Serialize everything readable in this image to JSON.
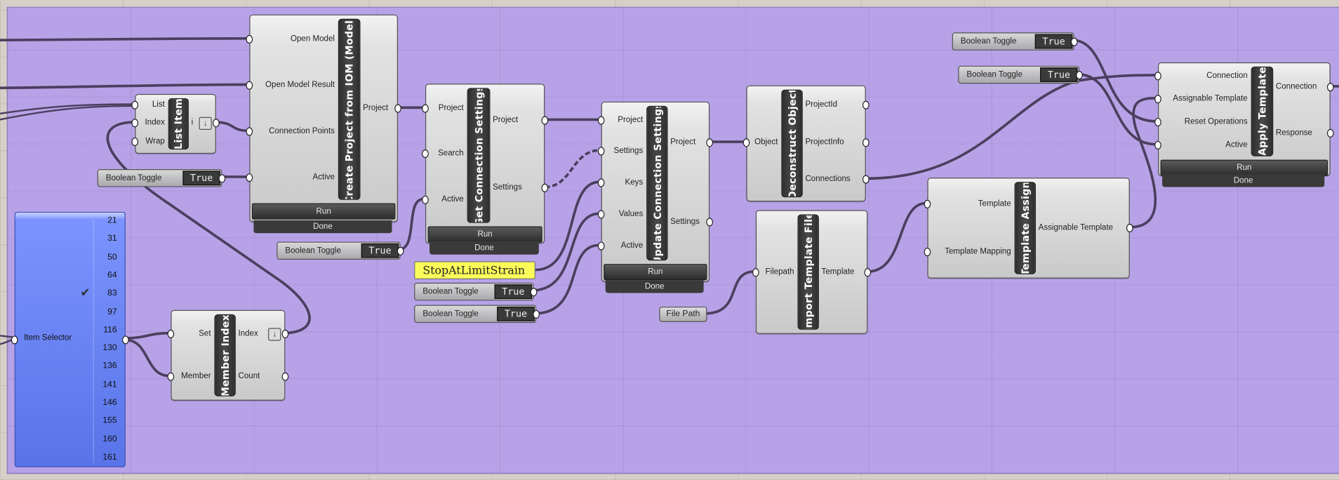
{
  "components": {
    "create_project": {
      "title": "Create Project from IOM (Model)",
      "inputs": [
        "Open Model",
        "Open Model Result",
        "Connection Points",
        "Active"
      ],
      "outputs": [
        "Project"
      ],
      "run": "Run",
      "status": "Done"
    },
    "list_item": {
      "title": "List Item",
      "inputs": [
        "List",
        "Index",
        "Wrap"
      ],
      "outputs": [
        "i"
      ]
    },
    "get_connection_settings": {
      "title": "Get Connection Settings",
      "inputs": [
        "Project",
        "Search",
        "Active"
      ],
      "outputs": [
        "Project",
        "Settings"
      ],
      "run": "Run",
      "status": "Done"
    },
    "update_connection_settings": {
      "title": "Update Connection Settings",
      "inputs": [
        "Project",
        "Settings",
        "Keys",
        "Values",
        "Active"
      ],
      "outputs": [
        "Project",
        "Settings"
      ],
      "run": "Run",
      "status": "Done"
    },
    "deconstruct_object": {
      "title": "Deconstruct Object",
      "inputs": [
        "Object"
      ],
      "outputs": [
        "ProjectId",
        "ProjectInfo",
        "Connections"
      ]
    },
    "import_template_file": {
      "title": "Import Template File",
      "inputs": [
        "Filepath"
      ],
      "outputs": [
        "Template"
      ]
    },
    "template_assign": {
      "title": "Template Assign",
      "inputs": [
        "Template",
        "Template Mapping"
      ],
      "outputs": [
        "Assignable Template"
      ]
    },
    "apply_template": {
      "title": "Apply Template",
      "inputs": [
        "Connection",
        "Assignable Template",
        "Reset Operations",
        "Active"
      ],
      "outputs": [
        "Connection",
        "Response"
      ],
      "run": "Run",
      "status": "Done"
    },
    "member_index": {
      "title": "Member Index",
      "inputs": [
        "Set",
        "Member"
      ],
      "outputs": [
        "Index",
        "Count"
      ]
    }
  },
  "toggles": [
    {
      "label": "Boolean Toggle",
      "value": "True"
    },
    {
      "label": "Boolean Toggle",
      "value": "True"
    },
    {
      "label": "Boolean Toggle",
      "value": "True"
    },
    {
      "label": "Boolean Toggle",
      "value": "True"
    },
    {
      "label": "Boolean Toggle",
      "value": "True"
    },
    {
      "label": "Boolean Toggle",
      "value": "True"
    }
  ],
  "panel": {
    "text": "StopAtLimitStrain"
  },
  "file_path": {
    "label": "File Path"
  },
  "item_selector": {
    "label": "Item Selector",
    "items": [
      "21",
      "31",
      "50",
      "64",
      "83",
      "97",
      "116",
      "130",
      "136",
      "141",
      "146",
      "155",
      "160",
      "161"
    ],
    "selected": "83"
  }
}
